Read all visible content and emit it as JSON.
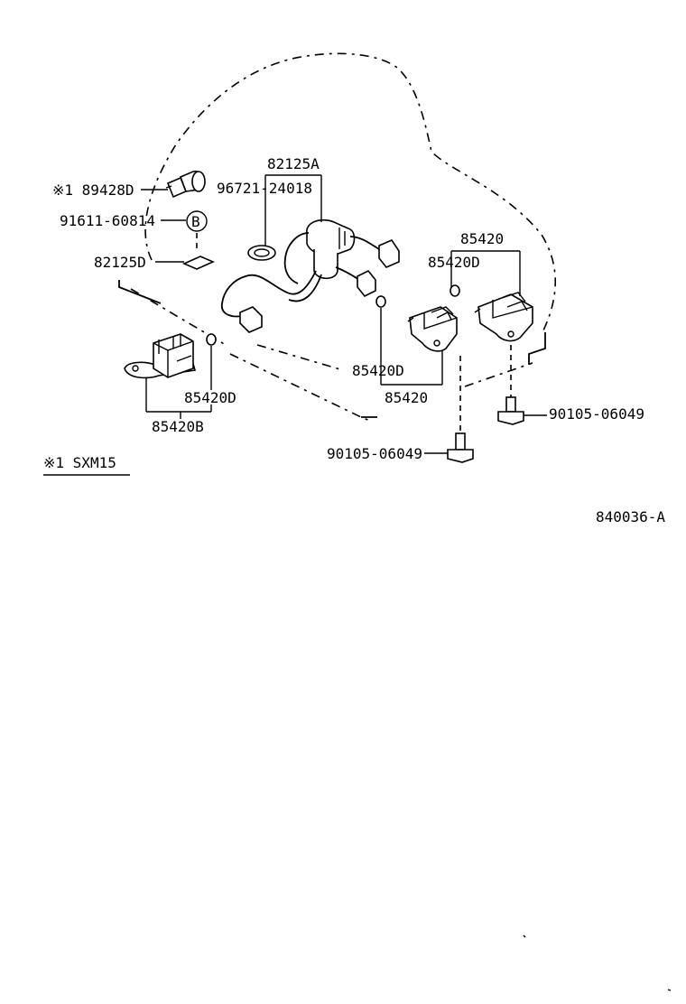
{
  "labels": {
    "note_marker_89428": "※1 89428D",
    "p91611": "91611-60814",
    "circle_b": "B",
    "p82125D": "82125D",
    "p82125A": "82125A",
    "p96721": "96721-24018",
    "p85420_right": "85420",
    "p85420D_right": "85420D",
    "p85420D_center": "85420D",
    "p85420_center": "85420",
    "p85420D_left": "85420D",
    "p85420B": "85420B",
    "p90105_right": "90105-06049",
    "p90105_center": "90105-06049",
    "footnote": "※1 SXM15",
    "diagram_code": "840036-A"
  }
}
